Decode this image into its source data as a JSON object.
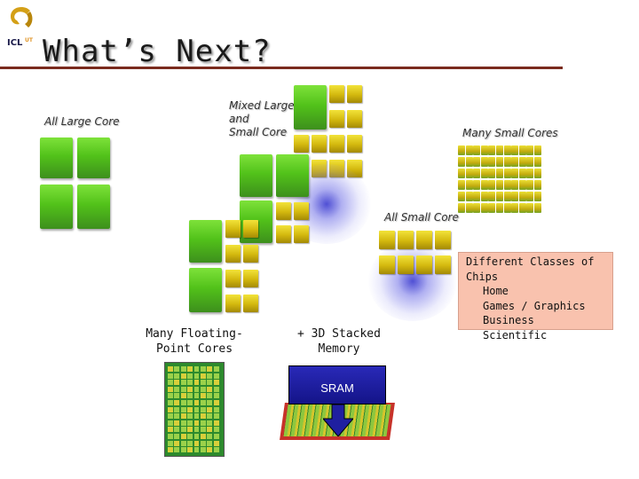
{
  "slide": {
    "title": "What’s Next?",
    "logo_text": "ICL",
    "logo_superscript": "UT"
  },
  "labels": {
    "all_large_core": "All Large Core",
    "mixed_large_small": [
      "Mixed Large",
      "and",
      "Small Core"
    ],
    "many_small_cores": "Many Small Cores",
    "all_small_core": "All Small Core",
    "many_floating_point": [
      "Many Floating-",
      "Point Cores"
    ],
    "stacked_memory": [
      "+ 3D Stacked",
      "Memory"
    ],
    "sram": "SRAM"
  },
  "info_box": {
    "heading": "Different Classes of Chips",
    "items": [
      "Home",
      "Games / Graphics",
      "Business",
      "Scientific"
    ]
  },
  "colors": {
    "title_rule": "#7a2b1e",
    "large_core": "#52c21a",
    "small_core": "#d3b80e",
    "glow": "#4646d2",
    "info_box": "#f9c2ae",
    "sram": "#1f1fa0",
    "stack_base": "#c7322a"
  }
}
